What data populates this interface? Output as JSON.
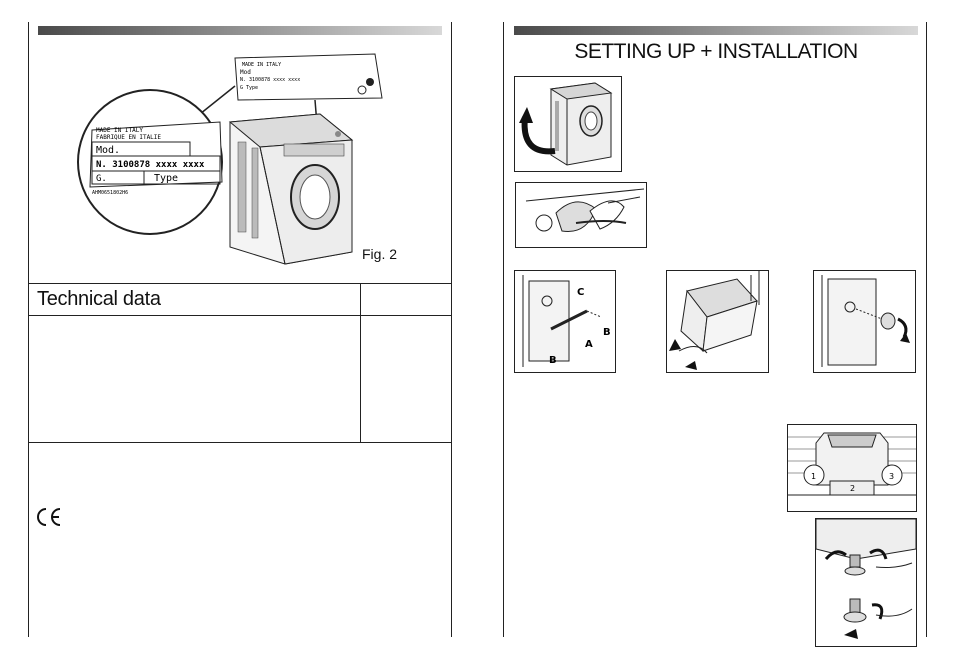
{
  "left_page": {
    "figure": {
      "label": "Fig. 2",
      "rating_plate": {
        "line1": "MADE IN ITALY",
        "line2": "FABRIQUE EN ITALIE",
        "mod": "Mod.",
        "serial": "N . 3100878 xxxx xxxx",
        "g": "G.",
        "type": "Type",
        "footer": "AHM0651802H6"
      }
    },
    "tech_section_title": "Technical data",
    "ce_mark": "CE"
  },
  "right_page": {
    "title": "SETTING UP + INSTALLATION",
    "step_labels": [
      "C",
      "B",
      "B",
      "A",
      "1",
      "2",
      "3"
    ]
  }
}
